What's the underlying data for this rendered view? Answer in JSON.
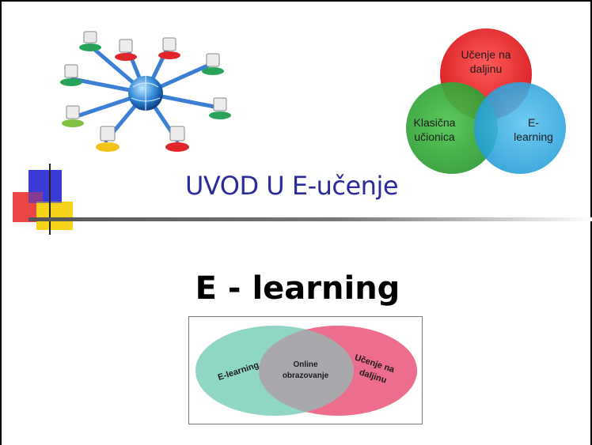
{
  "slide": {
    "title": "UVOD U E-učenje",
    "heading": "E - learning"
  },
  "top_venn": {
    "circle_top_line1": "Učenje na",
    "circle_top_line2": "daljinu",
    "circle_left_line1": "Klasična",
    "circle_left_line2": "učionica",
    "circle_right_line1": "E-",
    "circle_right_line2": "learning",
    "colors": {
      "top": "#e8262b",
      "left": "#35a83a",
      "right": "#33aee3"
    }
  },
  "bottom_venn": {
    "left_label": "E-learning",
    "center_line1": "Online",
    "center_line2": "obrazovanje",
    "right_line1": "Učenje na",
    "right_line2": "daljinu",
    "colors": {
      "left": "#8fd6c4",
      "right": "#ec6d8c",
      "overlap": "#a9a9ad"
    }
  },
  "network_image": {
    "icon": "globe-network-icon"
  }
}
